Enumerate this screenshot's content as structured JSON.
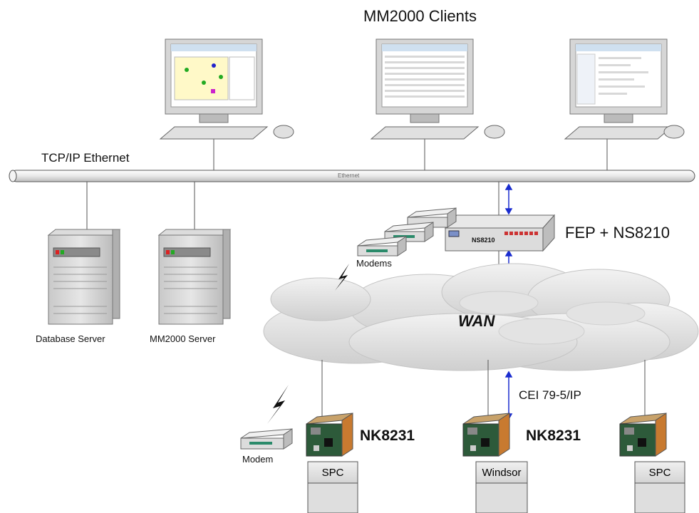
{
  "title": "MM2000 Clients",
  "network": {
    "lan_label": "TCP/IP Ethernet",
    "bus_text": "Ethernet"
  },
  "servers": {
    "database": "Database Server",
    "mm2000": "MM2000 Server"
  },
  "fep": {
    "label": "FEP + NS8210",
    "device_text": "NS8210",
    "modems_label": "Modems"
  },
  "wan": {
    "label": "WAN",
    "protocol": "CEI 79-5/IP"
  },
  "sites": [
    {
      "controller": "NK8231",
      "panel": "SPC"
    },
    {
      "controller": "NK8231",
      "panel": "Windsor"
    },
    {
      "controller": "",
      "panel": "SPC"
    }
  ],
  "modem_label": "Modem"
}
